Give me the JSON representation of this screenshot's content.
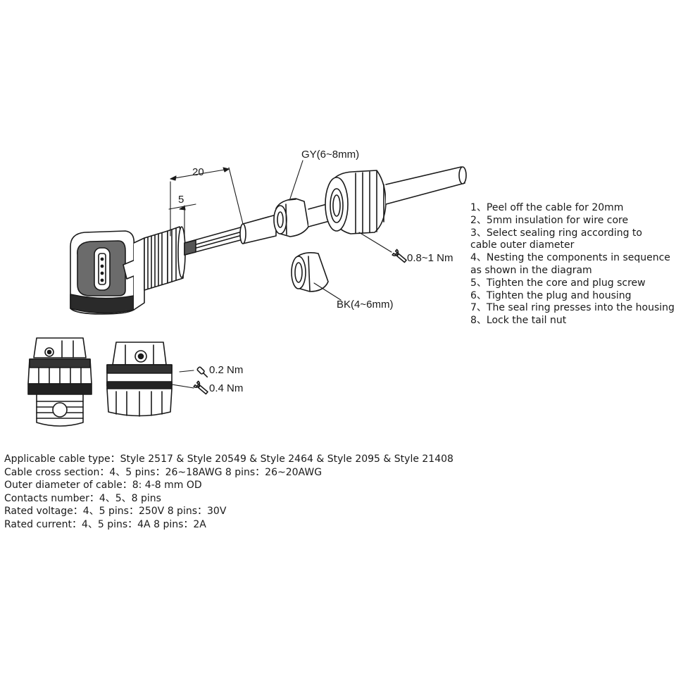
{
  "diagram": {
    "dim_strip_length": "20",
    "dim_insulation": "5",
    "seal_gy": "GY(6~8mm)",
    "seal_bk": "BK(4~6mm)",
    "torque_tail_nut": "0.8~1 Nm",
    "torque_screw": "0.2 Nm",
    "torque_housing": "0.4 Nm"
  },
  "steps": [
    "1、Peel off the cable for 20mm",
    "2、5mm insulation for wire core",
    "3、Select sealing ring according to",
    " cable outer diameter",
    "4、Nesting the components in sequence",
    " as shown in the diagram",
    "5、Tighten the core and plug screw",
    "6、Tighten the plug and housing",
    "7、The seal ring presses into the housing",
    "8、Lock the tail nut"
  ],
  "specs": [
    "Applicable cable type：Style 2517 & Style 20549 & Style 2464 & Style 2095 & Style 21408",
    "Cable cross section：4、5 pins：26~18AWG 8 pins：26~20AWG",
    "Outer diameter of cable：8: 4-8 mm OD",
    "Contacts number：4、5、8 pins",
    "Rated voltage：4、5 pins：250V 8 pins：30V",
    "Rated current：4、5 pins：4A 8 pins：2A"
  ]
}
